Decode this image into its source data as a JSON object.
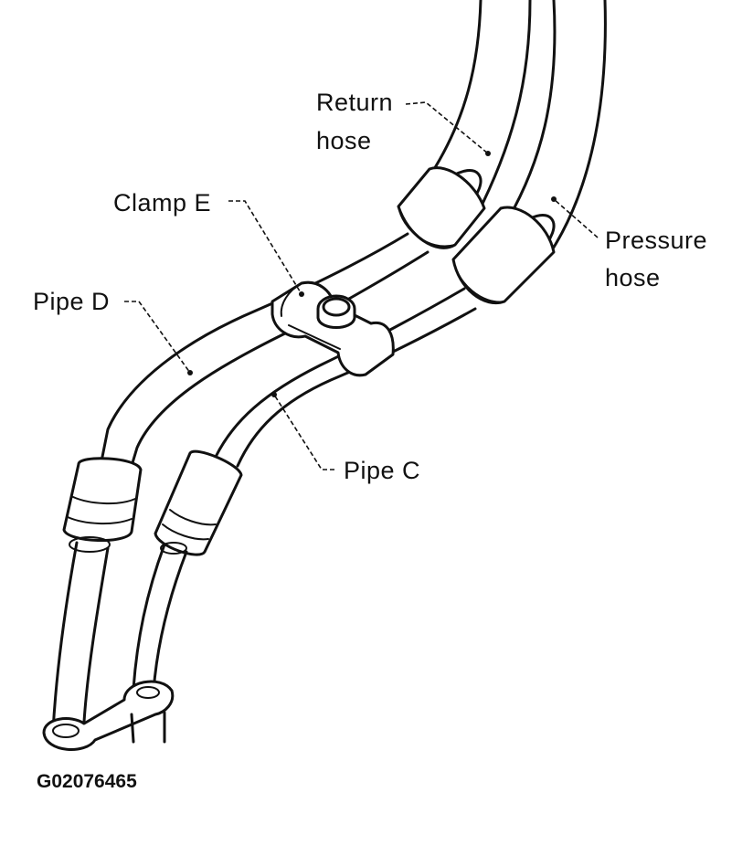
{
  "labels": {
    "return_hose_line1": "Return",
    "return_hose_line2": "hose",
    "pressure_hose_line1": "Pressure",
    "pressure_hose_line2": "hose",
    "clamp_e": "Clamp E",
    "pipe_d": "Pipe D",
    "pipe_c": "Pipe C"
  },
  "figure_code": "G02076465"
}
